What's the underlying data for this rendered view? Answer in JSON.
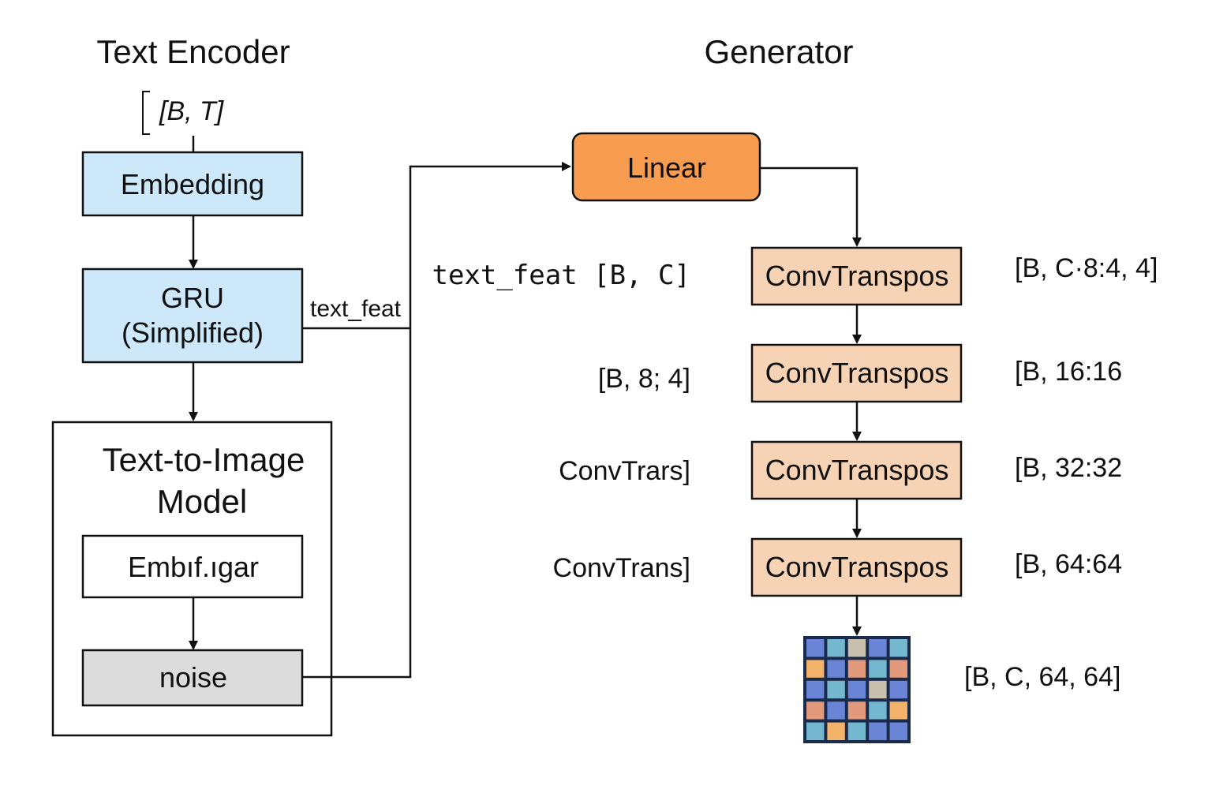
{
  "titles": {
    "text_encoder": "Text Encoder",
    "generator": "Generator"
  },
  "encoder": {
    "input_shape": "[B, T]",
    "embedding": "Embedding",
    "gru_line1": "GRU",
    "gru_line2": "(Simplified)",
    "text_feat_label": "text_feat"
  },
  "t2i_model": {
    "title_line1": "Text-to-Image",
    "title_line2": "Model",
    "embedding_box": "Embıf.ıgar",
    "noise_box": "noise"
  },
  "generator": {
    "linear": "Linear",
    "conv_label": "ConvTranspos",
    "left_labels": [
      "text_feat [B, C]",
      "[B, 8; 4]",
      "ConvTrars]",
      "ConvTrans]"
    ],
    "right_shapes": [
      "[B, C·8:4, 4]",
      "[B, 16:16",
      "[B, 32:32",
      "[B, 64:64"
    ],
    "output_shape": "[B, C, 64, 64]"
  },
  "colors": {
    "encoder_fill": "#cce8f9",
    "linear_fill": "#f89c4f",
    "conv_fill": "#f6d3b4",
    "noise_fill": "#dcdcdc",
    "stroke": "#111111",
    "output_grid": [
      [
        "#6b85d6",
        "#73b8cf",
        "#c9bfae",
        "#6b85d6",
        "#73b8cf"
      ],
      [
        "#f3b36b",
        "#6b85d6",
        "#e39a7c",
        "#73b8cf",
        "#e39a7c"
      ],
      [
        "#6b85d6",
        "#73b8cf",
        "#6b85d6",
        "#c9bfae",
        "#6b85d6"
      ],
      [
        "#e39a7c",
        "#6b85d6",
        "#e39a7c",
        "#73b8cf",
        "#f3b36b"
      ],
      [
        "#73b8cf",
        "#f3b36b",
        "#73b8cf",
        "#6b85d6",
        "#6b85d6"
      ]
    ]
  }
}
